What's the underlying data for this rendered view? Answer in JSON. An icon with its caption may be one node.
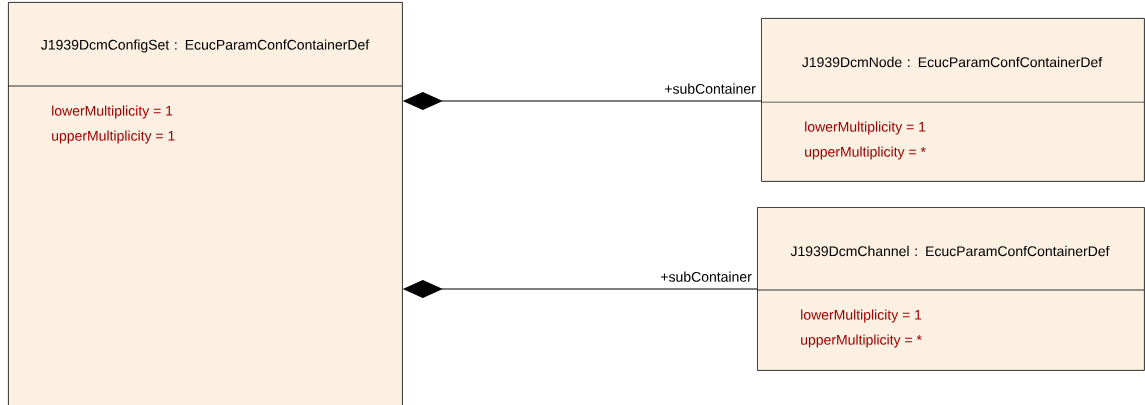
{
  "diagram": {
    "nodes": [
      {
        "text": [
          "J1939DcmConfigSet : EcucParamConfContainerDef",
          "lowerMultiplicity = 1",
          "upperMultiplicity = 1"
        ]
      },
      {
        "text": [
          "J1939DcmNode : EcucParamConfContainerDef",
          "lowerMultiplicity = 1",
          "upperMultiplicity = *"
        ]
      },
      {
        "text": [
          "J1939DcmChannel : EcucParamConfContainerDef",
          "lowerMultiplicity = 1",
          "upperMultiplicity = *"
        ]
      }
    ],
    "edges": [
      {
        "from": 0,
        "to": 1,
        "arrow": "other",
        "label": "+subContainer"
      },
      {
        "from": 0,
        "to": 2,
        "arrow": "other",
        "label": "+subContainer"
      }
    ]
  }
}
